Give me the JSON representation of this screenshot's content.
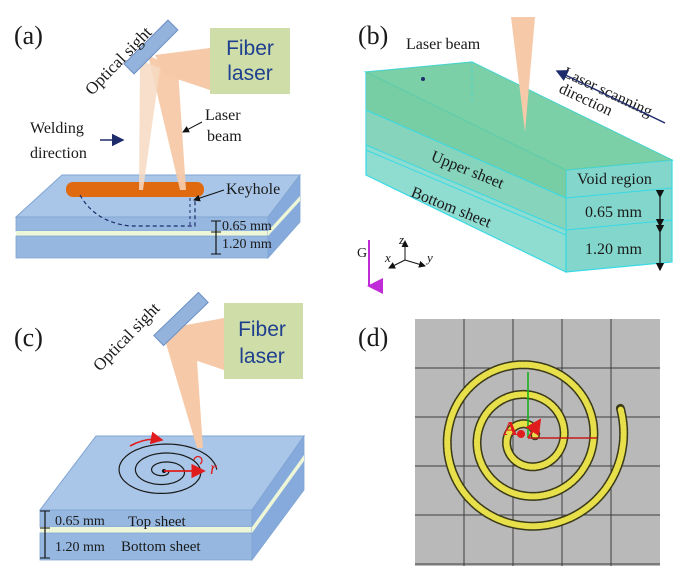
{
  "panels": {
    "a": {
      "label": "(a)",
      "optical_sight": "Optical sight",
      "fiber_laser_line1": "Fiber",
      "fiber_laser_line2": "laser",
      "laser_beam_line1": "Laser",
      "laser_beam_line2": "beam",
      "welding_direction_line1": "Welding",
      "welding_direction_line2": "direction",
      "keyhole": "Keyhole",
      "thickness_top": "0.65 mm",
      "thickness_bottom": "1.20 mm"
    },
    "b": {
      "label": "(b)",
      "laser_beam": "Laser beam",
      "scan_direction_line1": "Laser scanning",
      "scan_direction_line2": "direction",
      "void_region": "Void region",
      "upper_sheet": "Upper sheet",
      "bottom_sheet": "Bottom sheet",
      "thickness_top": "0.65 mm",
      "thickness_bottom": "1.20 mm",
      "gravity": "G",
      "axis_x": "x",
      "axis_y": "y",
      "axis_z": "z"
    },
    "c": {
      "label": "(c)",
      "optical_sight": "Optical sight",
      "fiber_laser_line1": "Fiber",
      "fiber_laser_line2": "laser",
      "radius": "r",
      "thickness_top": "0.65 mm",
      "top_sheet": "Top sheet",
      "thickness_bottom": "1.20 mm",
      "bottom_sheet": "Bottom sheet"
    },
    "d": {
      "label": "(d)",
      "point_a": "A"
    }
  },
  "colors": {
    "sheet_blue": "#9fbfe4",
    "sheet_gap": "#eef6d8",
    "laser_box": "#cfdea8",
    "laser_beam": "#f6c9a8",
    "weld_seam": "#e06a10",
    "sight": "#93b3dc",
    "box_teal": "#7fd7c9",
    "box_green": "#5fbf86",
    "spiral_yellow": "#e8e04a",
    "grid_bg": "#b9b9b9",
    "red": "#e01c1c",
    "magenta": "#c02bd8",
    "navy": "#1f2c6b"
  }
}
